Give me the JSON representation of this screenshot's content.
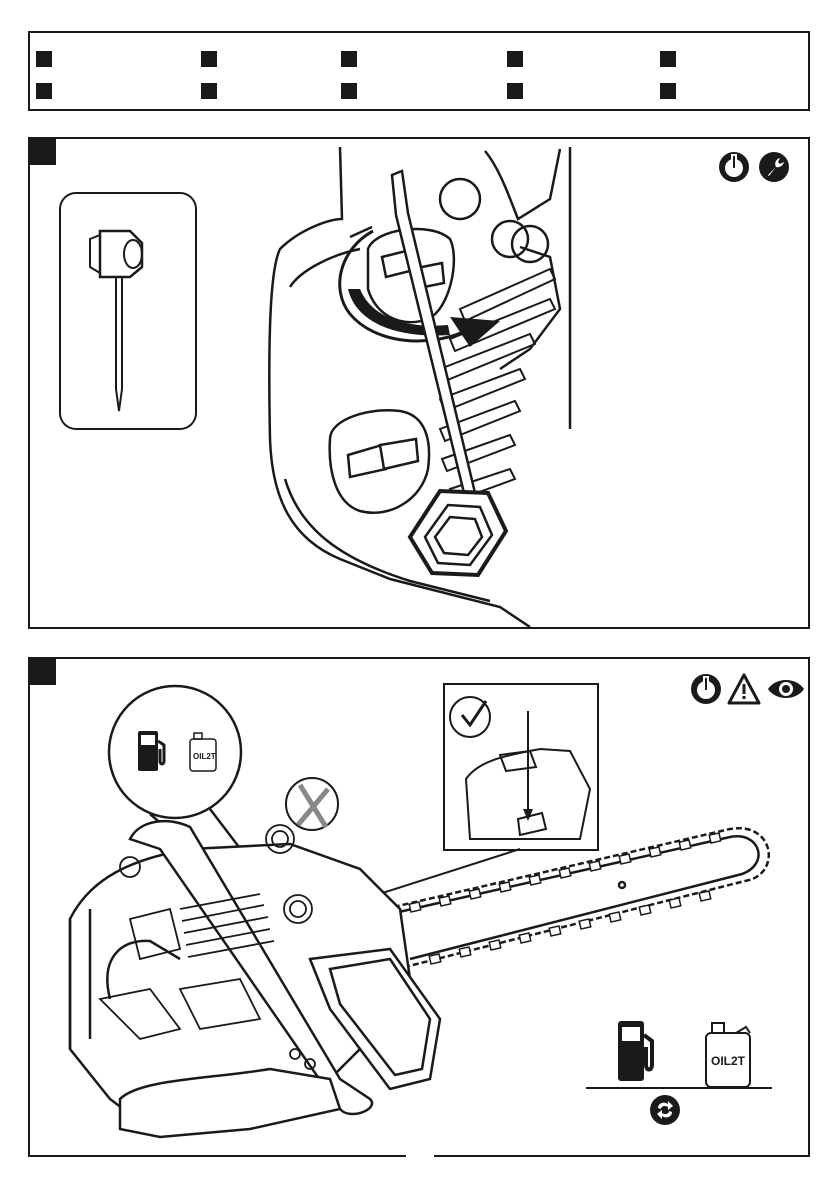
{
  "legend": {
    "rows": 2,
    "columns": 5
  },
  "panel_a": {
    "icons": [
      "power-icon",
      "wrench-icon"
    ]
  },
  "panel_b": {
    "icons": [
      "power-icon",
      "warning-icon",
      "eye-icon"
    ],
    "callout_icons": [
      "fuel-pump-icon",
      "oil-can-icon"
    ],
    "oil_label": "OIL2T",
    "bottom_icons": [
      "fuel-pump-icon",
      "oil-can-icon",
      "recycle-icon"
    ]
  }
}
